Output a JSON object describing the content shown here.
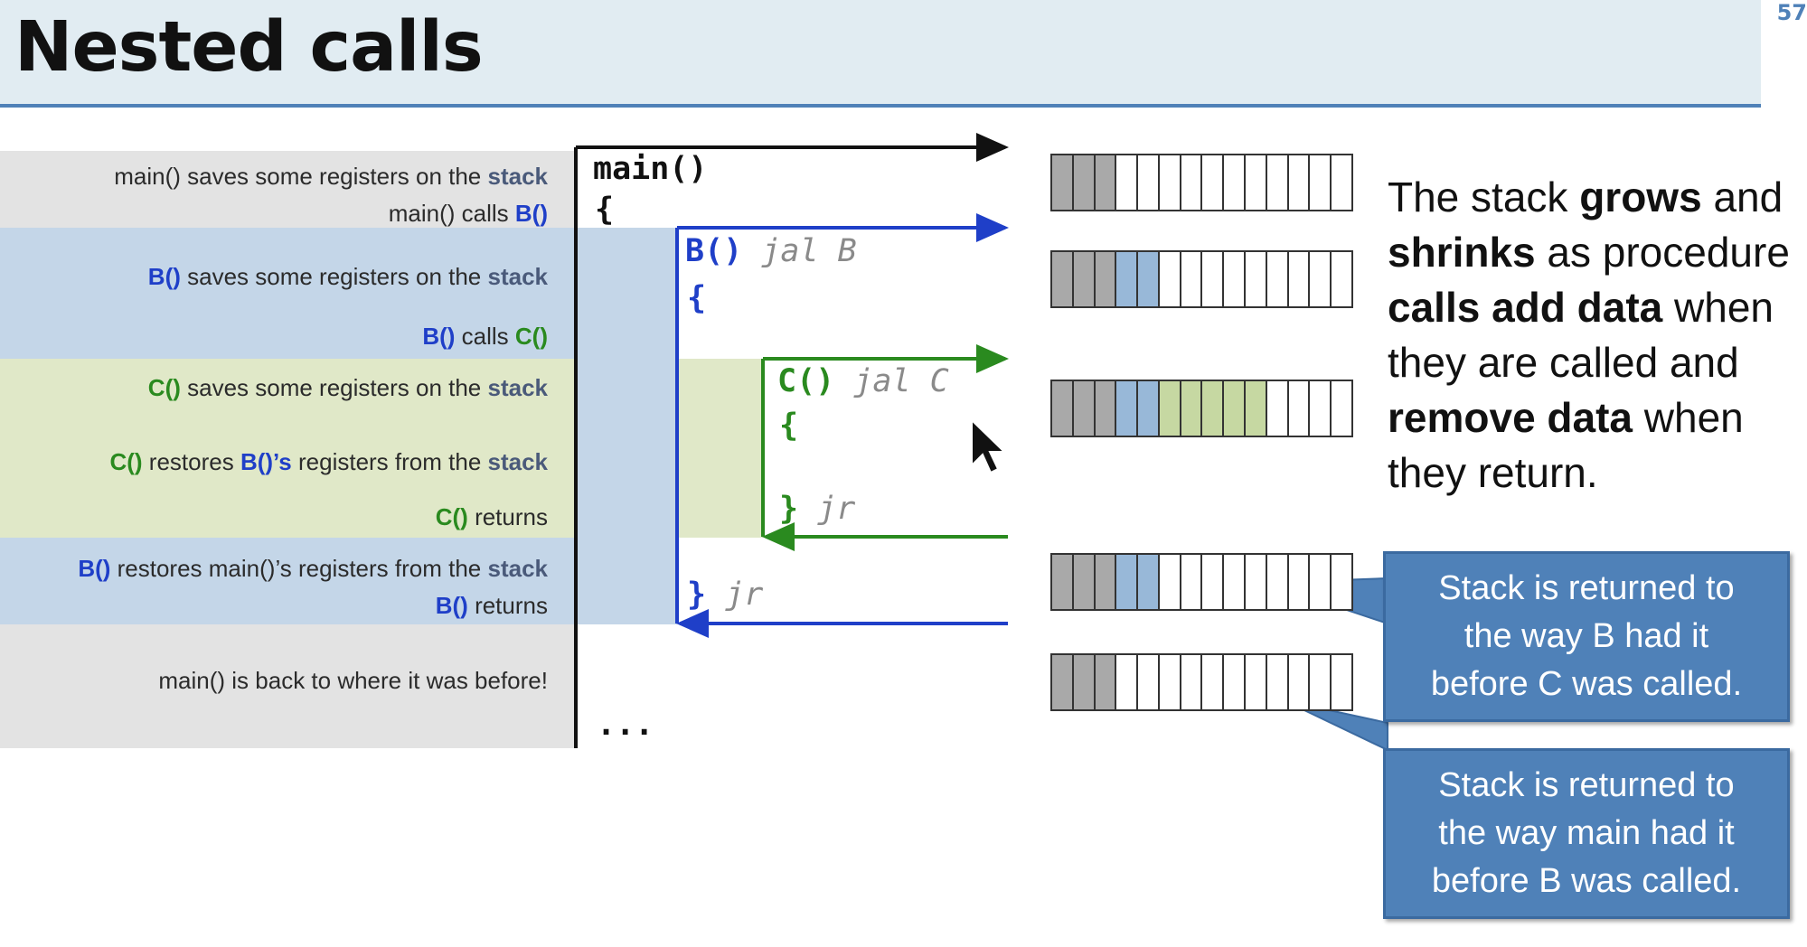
{
  "slide": {
    "title": "Nested calls",
    "slide_number": "57"
  },
  "rows": {
    "r1": {
      "text": "main() saves some registers on the ",
      "stack": "stack"
    },
    "r2": {
      "text": "main() calls ",
      "b": "B()"
    },
    "r3": {
      "b": "B()",
      "text": " saves some registers on the ",
      "stack": "stack"
    },
    "r4": {
      "b": "B()",
      "text": " calls ",
      "c": "C()"
    },
    "r5": {
      "c": "C()",
      "text": " saves some registers on the ",
      "stack": "stack"
    },
    "r6": {
      "c": "C()",
      "text1": " restores ",
      "b": "B()’s",
      "text2": " registers from the ",
      "stack": "stack"
    },
    "r7": {
      "c": "C()",
      "text": " returns"
    },
    "r8": {
      "b": "B()",
      "text": " restores main()’s registers from the ",
      "stack": "stack"
    },
    "r9": {
      "b": "B()",
      "text": " returns"
    },
    "r10": {
      "text": "main() is back to where it was before!"
    }
  },
  "code": {
    "main_sig": "main()",
    "main_open": "{",
    "b_sig": "B()",
    "b_jal": "jal B",
    "b_open": "{",
    "c_sig": "C()",
    "c_jal": "jal C",
    "c_open": "{",
    "c_close": "}",
    "c_jr": "jr",
    "b_close": "}",
    "b_jr": "jr",
    "ellipsis": "..."
  },
  "stacks": [
    [
      "gray",
      "gray",
      "gray",
      "white",
      "white",
      "white",
      "white",
      "white",
      "white",
      "white",
      "white",
      "white",
      "white",
      "white"
    ],
    [
      "gray",
      "gray",
      "gray",
      "blue",
      "blue",
      "white",
      "white",
      "white",
      "white",
      "white",
      "white",
      "white",
      "white",
      "white"
    ],
    [
      "gray",
      "gray",
      "gray",
      "blue",
      "blue",
      "green",
      "green",
      "green",
      "green",
      "green",
      "white",
      "white",
      "white",
      "white"
    ],
    [
      "gray",
      "gray",
      "gray",
      "blue",
      "blue",
      "white",
      "white",
      "white",
      "white",
      "white",
      "white",
      "white",
      "white",
      "white"
    ],
    [
      "gray",
      "gray",
      "gray",
      "white",
      "white",
      "white",
      "white",
      "white",
      "white",
      "white",
      "white",
      "white",
      "white",
      "white"
    ]
  ],
  "side": {
    "t1": "The stack ",
    "t1b": "grows",
    "t2": " and",
    "t3b": "shrinks",
    "t4": " as procedure",
    "t5b": "calls add data",
    "t6": " when",
    "t7": "they are called and",
    "t8b": "remove data",
    "t9": " when",
    "t10": "they return."
  },
  "callouts": [
    {
      "l1": "Stack is returned to",
      "l2": "the way B had it",
      "l3": "before C was called."
    },
    {
      "l1": "Stack is returned to",
      "l2": "the way main had it",
      "l3": "before B was called."
    }
  ],
  "colors": {
    "blue_code": "#1f3fc8",
    "green_code": "#2a8a1f",
    "callout_bg": "#4f81b8"
  }
}
